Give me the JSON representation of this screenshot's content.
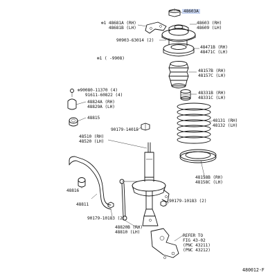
{
  "diagram": {
    "figure_code": "480012-F",
    "callouts": {
      "p48603A": "48603A",
      "p48681": "✻1 48681A (RH)\n   48681B (LH)",
      "p48603": "48603 (RH)\n48609 (LH)",
      "p90903": "90903-63014 (2)",
      "p48471": "48471B (RH)\n48471C (LH)",
      "star_note": "✻1 (     -9908)",
      "p48157": "48157B (RH)\n48157C (LH)",
      "p90080": "✻90080-11370 (4)\n   91611-60822 (4)",
      "p48331": "48331B (RH)\n48331C (LH)",
      "p48824": "48824A (RH)\n48829A (LH)",
      "p48815": "48815",
      "p90179a": "90179-14015",
      "p48131": "48131 (RH)\n48132 (LH)",
      "p48510": "48510 (RH)\n48520 (LH)",
      "p48158": "48158B (RH)\n48158C (LH)",
      "p48816": "48816",
      "p48811": "48811",
      "p90179b": "90179-10183 (2)",
      "p90179c": "90179-10183 (2)",
      "p48820": "48820B (RH)\n48810 (LH)",
      "refer": "REFER TO\nFIG 43-02\n(PNC 43211)\n(PNC 43212)"
    },
    "highlight_color": "#c9d6f2"
  }
}
